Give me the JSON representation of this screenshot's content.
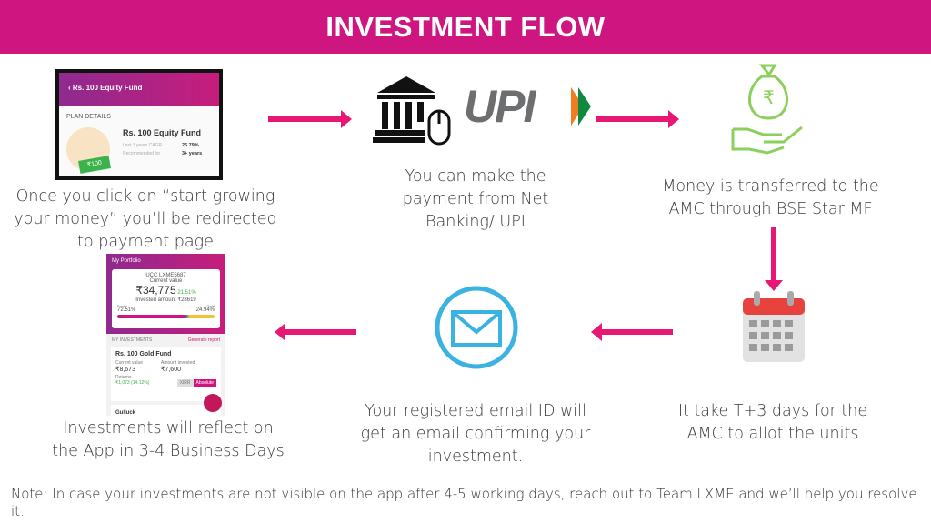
{
  "header": {
    "title": "INVESTMENT FLOW"
  },
  "steps": [
    {
      "caption_lines": [
        "Once you click on “start growing",
        "your money”  you’ll be redirected",
        "to payment page"
      ]
    },
    {
      "caption_lines": [
        "You can make the",
        "payment from Net",
        "Banking/ UPI"
      ]
    },
    {
      "caption_lines": [
        "Money is transferred to the",
        "AMC through BSE Star MF"
      ]
    },
    {
      "caption_lines": [
        "It take T+3 days for the",
        "AMC to allot the units"
      ]
    },
    {
      "caption_lines": [
        "Your registered email ID will",
        "get an email confirming your",
        "investment."
      ]
    },
    {
      "caption_lines": [
        "Investments will reflect on",
        "the App in 3-4 Business Days"
      ]
    }
  ],
  "plan_screen": {
    "back_title": "Rs. 100 Equity Fund",
    "section": "PLAN DETAILS",
    "fund_name": "Rs. 100 Equity Fund",
    "cagr_label": "Last 3 years CAGR",
    "cagr_value": "26.79%",
    "rec_label": "Recommended for",
    "rec_value": "3+ years",
    "note": "₹100"
  },
  "portfolio_screen": {
    "title": "My Portfolio",
    "ucc": "UCC LXME5687",
    "current_label": "Current value",
    "current_value": "₹34,775",
    "gain": "21.51%",
    "invested": "Invested amount ₹28619",
    "left_label": "Equity",
    "left_value": "72.51%",
    "right_label": "Gold",
    "right_value": "24.94%",
    "investments_label": "MY INVESTMENTS",
    "report_link": "Generate report",
    "fund": "Rs. 100 Gold Fund",
    "cv_label": "Current value",
    "cv_value": "₹8,673",
    "ai_label": "Amount invested",
    "ai_value": "₹7,600",
    "returns_label": "Returns",
    "returns_value": "₹1,073 (14.12%)",
    "btn1": "XIRR",
    "btn2": "Absolute",
    "next_fund": "Gulluck"
  },
  "upi_logo": "UPI",
  "note": "Note: In case your investments are not visible on the app after 4-5 working days, reach out to Team LXME and we’ll help you resolve it.",
  "colors": {
    "brand": "#cf1680",
    "arrow": "#e61873",
    "green": "#8ccf5a",
    "mail": "#3bb3e0"
  }
}
